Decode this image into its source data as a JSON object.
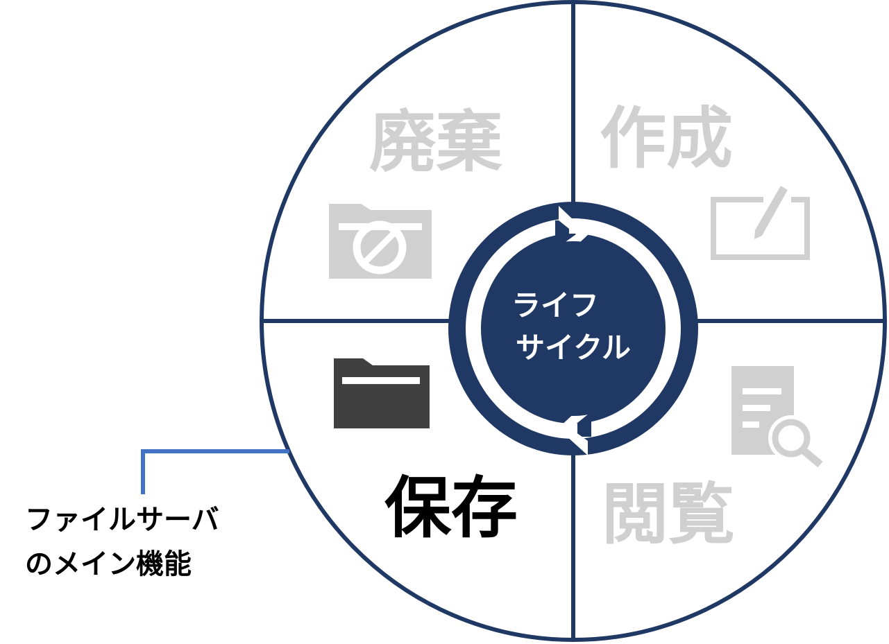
{
  "colors": {
    "ring": "#1f3864",
    "inactive": "#d0d0d0",
    "active_text": "#000000",
    "active_icon": "#404040",
    "callout_line": "#4472c4",
    "center_text": "#ffffff"
  },
  "center": {
    "line1": "ライフ",
    "line2": "サイクル"
  },
  "quadrants": {
    "create": {
      "label": "作成",
      "icon": "edit-icon",
      "state": "inactive"
    },
    "view": {
      "label": "閲覧",
      "icon": "document-search-icon",
      "state": "inactive"
    },
    "store": {
      "label": "保存",
      "icon": "folder-icon",
      "state": "active"
    },
    "discard": {
      "label": "廃棄",
      "icon": "folder-delete-icon",
      "state": "inactive"
    }
  },
  "callout": {
    "line1": "ファイルサーバ",
    "line2": "のメイン機能"
  }
}
